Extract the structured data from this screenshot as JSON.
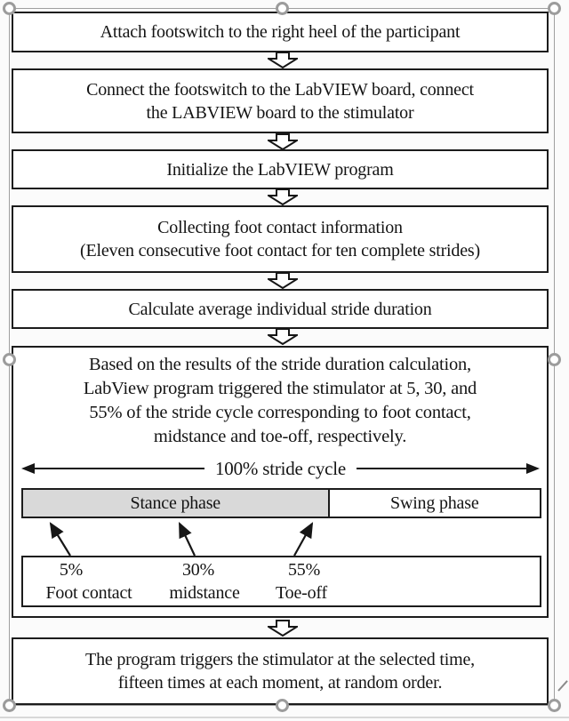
{
  "flowchart": {
    "step1": "Attach footswitch to the right heel of the participant",
    "step2_line1": "Connect the footswitch to the LabVIEW board, connect",
    "step2_line2": "the LABVIEW board to the stimulator",
    "step3": "Initialize the LabVIEW program",
    "step4_line1": "Collecting foot contact information",
    "step4_line2": "(Eleven consecutive foot contact for ten complete strides)",
    "step5": "Calculate average individual stride duration",
    "step6_line1": "Based on the results of the stride duration calculation,",
    "step6_line2": "LabView program triggered the stimulator  at 5, 30, and",
    "step6_line3": "55% of the stride cycle corresponding to foot contact,",
    "step6_line4": "midstance and toe-off, respectively.",
    "step7_line1": "The program triggers the stimulator at the selected time,",
    "step7_line2": "fifteen times at each moment, at random order."
  },
  "gait_diagram": {
    "cycle_label": "100% stride cycle",
    "stance_label": "Stance phase",
    "swing_label": "Swing phase",
    "stance_width_pct": 59.3,
    "markers": {
      "m1_pct": "5%",
      "m1_name": "Foot contact",
      "m2_pct": "30%",
      "m2_name": "midstance",
      "m3_pct": "55%",
      "m3_name": "Toe-off"
    }
  },
  "colors": {
    "border": "#1c1c1c",
    "stance_fill": "#d9d9d9",
    "handle": "#9c9c9c"
  }
}
